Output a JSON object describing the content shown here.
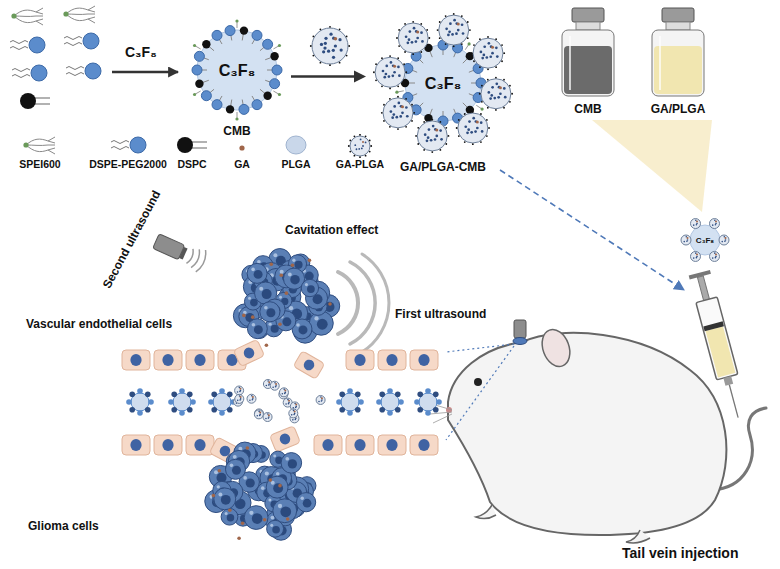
{
  "diagram": {
    "nodes": [
      {
        "text": [
          "C₃F₈",
          "CMB"
        ]
      },
      {
        "text": [
          "C₃F₈",
          "GA/PLGA-CMB"
        ]
      },
      {
        "text": [
          "CMB"
        ]
      },
      {
        "text": [
          "GA/PLGA"
        ]
      },
      {
        "text": [
          "C₃F₈"
        ]
      }
    ],
    "edges": [
      {
        "from": 0,
        "to": 1,
        "arrow": "to"
      }
    ],
    "labels": [
      "C₃F₈",
      "Second ultrasound",
      "Cavitation effect",
      "Vascular endothelial cells",
      "First ultrasound",
      "Glioma cells",
      "Tail vein injection"
    ],
    "legend": [
      {
        "text": "SPEI600"
      },
      {
        "text": "DSPE-PEG2000"
      },
      {
        "text": "DSPC"
      },
      {
        "text": "GA"
      },
      {
        "text": "PLGA"
      },
      {
        "text": "GA-PLGA"
      }
    ]
  }
}
